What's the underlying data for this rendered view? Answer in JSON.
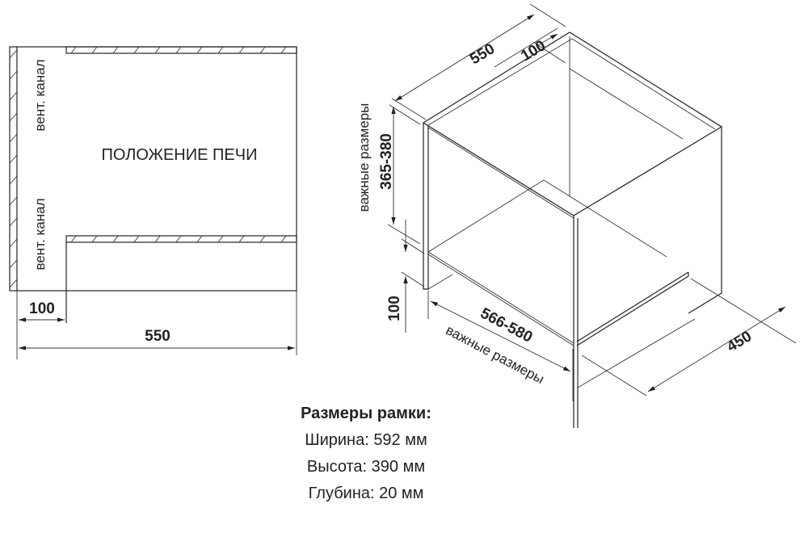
{
  "plan_view": {
    "oven_position_label": "ПОЛОЖЕНИЕ ПЕЧИ",
    "vent_channel_top": "вент. канал",
    "vent_channel_bottom": "вент. канал",
    "dim_channel": "100",
    "dim_depth": "550"
  },
  "iso_view": {
    "dim_depth": "550",
    "dim_back_gap": "100",
    "dim_height": "365-380",
    "height_note": "важные размеры",
    "dim_bottom_gap": "100",
    "dim_width": "566-580",
    "width_note": "важные размеры",
    "dim_side": "450"
  },
  "frame_info": {
    "title": "Размеры рамки:",
    "width": "Ширина: 592 мм",
    "height": "Высота: 390 мм",
    "depth": "Глубина: 20 мм"
  }
}
